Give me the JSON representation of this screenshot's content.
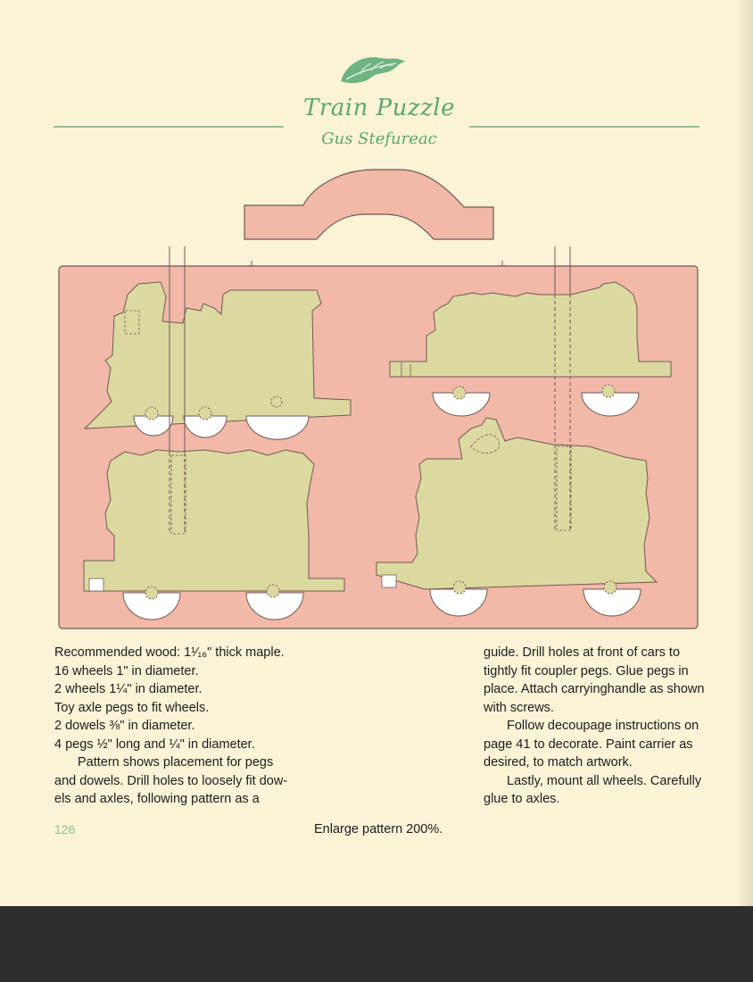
{
  "header": {
    "title": "Train Puzzle",
    "author": "Gus Stefureac",
    "ornament_icon": "leaf-ornament-icon",
    "accent_color": "#8fc39a"
  },
  "pattern": {
    "board_color": "#f2b8a8",
    "piece_color": "#dcd9a0",
    "wheel_color": "#ffffff",
    "pieces": [
      "carrying-handle",
      "locomotive",
      "tender-car",
      "coal-car",
      "caboose"
    ]
  },
  "instructions": {
    "left_lines": [
      "Recommended wood: 1¹⁄₁₆\" thick maple.",
      "16 wheels 1\" in diameter.",
      "2 wheels 1¼\" in diameter.",
      "Toy axle pegs to fit wheels.",
      "2 dowels ⅜\" in diameter.",
      "4 pegs ½\" long and ¼\" in diameter.",
      "Pattern shows placement for pegs",
      "and dowels.  Drill holes to loosely fit dow-",
      "els and axles, following pattern as a"
    ],
    "right_lines": [
      "guide.  Drill holes at front of cars to",
      "tightly fit coupler pegs.  Glue pegs in",
      "place.  Attach carryinghandle as shown",
      "with screws.",
      "Follow decoupage instructions on",
      "page 41 to decorate.  Paint carrier as",
      "desired, to match artwork.",
      "Lastly, mount all wheels.  Carefully",
      "glue to axles."
    ]
  },
  "footer": {
    "page_number": "126",
    "caption": "Enlarge pattern 200%."
  }
}
